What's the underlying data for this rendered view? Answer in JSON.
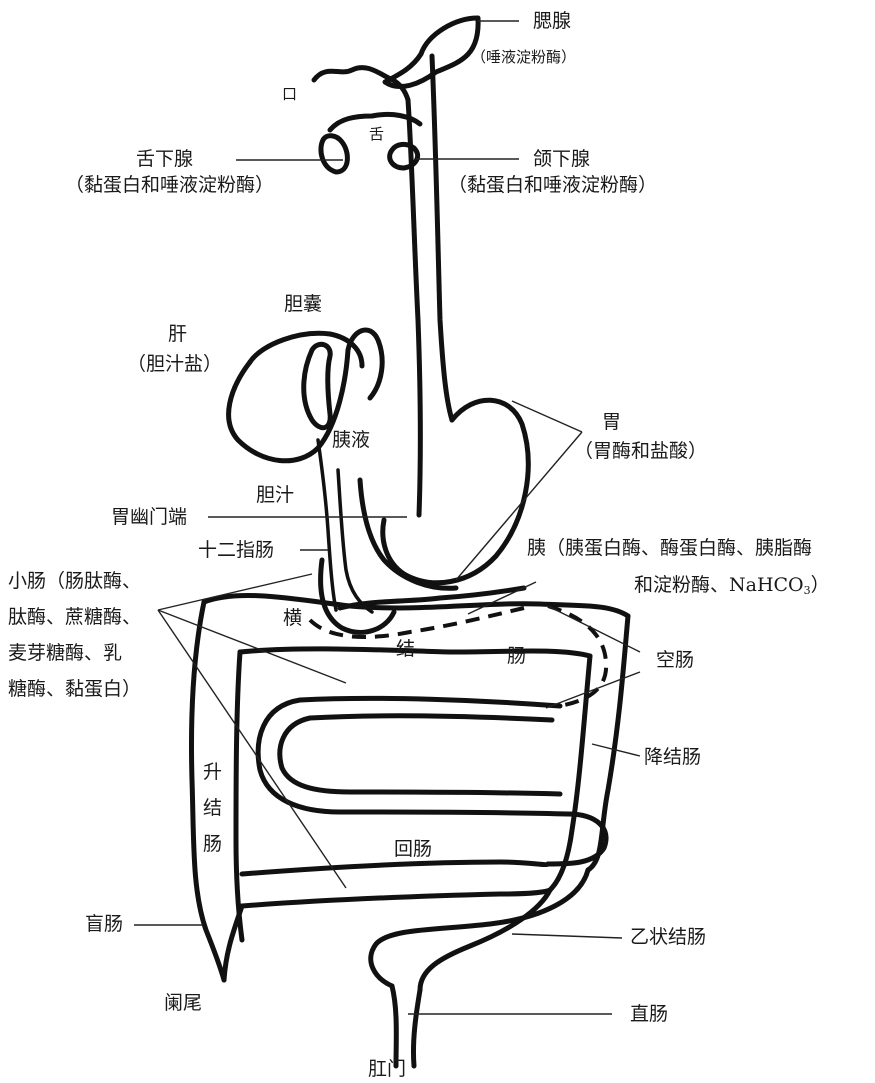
{
  "labels": {
    "parotid": "腮腺",
    "parotid_enzyme": "（唾液淀粉酶）",
    "mouth": "口",
    "tongue": "舌",
    "sublingual": "舌下腺",
    "sublingual_enzyme": "（黏蛋白和唾液淀粉酶）",
    "submandibular": "颌下腺",
    "submandibular_enzyme": "（黏蛋白和唾液淀粉酶）",
    "gallbladder": "胆囊",
    "liver": "肝",
    "liver_secretion": "（胆汁盐）",
    "pancreatic_juice": "胰液",
    "bile": "胆汁",
    "stomach": "胃",
    "stomach_secretion": "（胃酶和盐酸）",
    "pylorus": "胃幽门端",
    "duodenum": "十二指肠",
    "pancreas_prefix": "胰（胰蛋白酶、酶蛋白酶、胰脂酶",
    "pancreas_suffix": "和淀粉酶、NaHCO",
    "pancreas_sub": "3",
    "pancreas_close": "）",
    "small_intestine": "小肠（肠肽酶、\n肽酶、蔗糖酶、\n麦芽糖酶、乳\n糖酶、黏蛋白）",
    "transverse_1": "横",
    "transverse_2": "结",
    "transverse_3": "肠",
    "jejunum": "空肠",
    "ascending": "升\n结\n肠",
    "descending": "降结肠",
    "ileum": "回肠",
    "cecum": "盲肠",
    "sigmoid": "乙状结肠",
    "appendix": "阑尾",
    "rectum": "直肠",
    "anus": "肛门"
  }
}
